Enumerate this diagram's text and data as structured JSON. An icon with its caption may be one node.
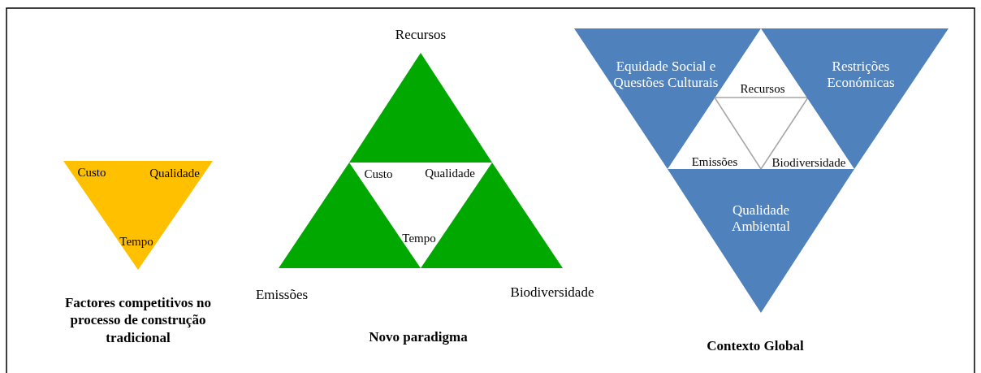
{
  "diagram": {
    "nodes": [
      {
        "text": [
          "Custo",
          "Qualidade",
          "Tempo"
        ]
      },
      {
        "text": [],
        "shape": "triangle",
        "beside": [
          "Recursos"
        ]
      },
      {
        "text": [],
        "shape": "triangle",
        "beside": [
          "Emissões"
        ]
      },
      {
        "text": [
          "Custo",
          "Qualidade",
          "Tempo"
        ]
      },
      {
        "text": [],
        "shape": "triangle",
        "beside": [
          "Biodiversidade"
        ]
      },
      {
        "text": [
          "Equidade Social e Questões Culturais"
        ]
      },
      {
        "text": [
          "Recursos",
          "Emissões",
          "Biodiversidade"
        ]
      },
      {
        "text": [
          "Restrições Económicas"
        ]
      },
      {
        "text": [
          "Qualidade Ambiental"
        ]
      }
    ],
    "edges": [],
    "labels": [
      "Factores competitivos no processo de construção tradicional",
      "Novo paradigma",
      "Contexto Global"
    ]
  }
}
